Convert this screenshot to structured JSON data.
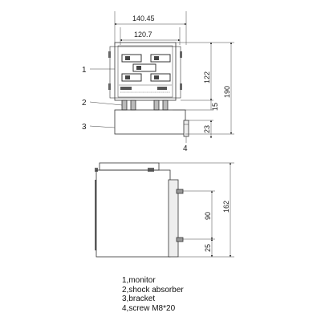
{
  "front_view": {
    "dims": {
      "overall_width": "140.45",
      "inner_width": "120.7",
      "monitor_height": "122",
      "total_height": "190",
      "absorber_height": "15",
      "screw_height": "23"
    },
    "callouts": [
      "1",
      "2",
      "3",
      "4"
    ]
  },
  "side_view": {
    "dims": {
      "total_height": "162",
      "hole_spacing": "90",
      "bottom_offset": "25"
    }
  },
  "legend": {
    "items": [
      "1,monitor",
      "2,shock absorber",
      "3,bracket",
      "4,screw M8*20"
    ]
  }
}
